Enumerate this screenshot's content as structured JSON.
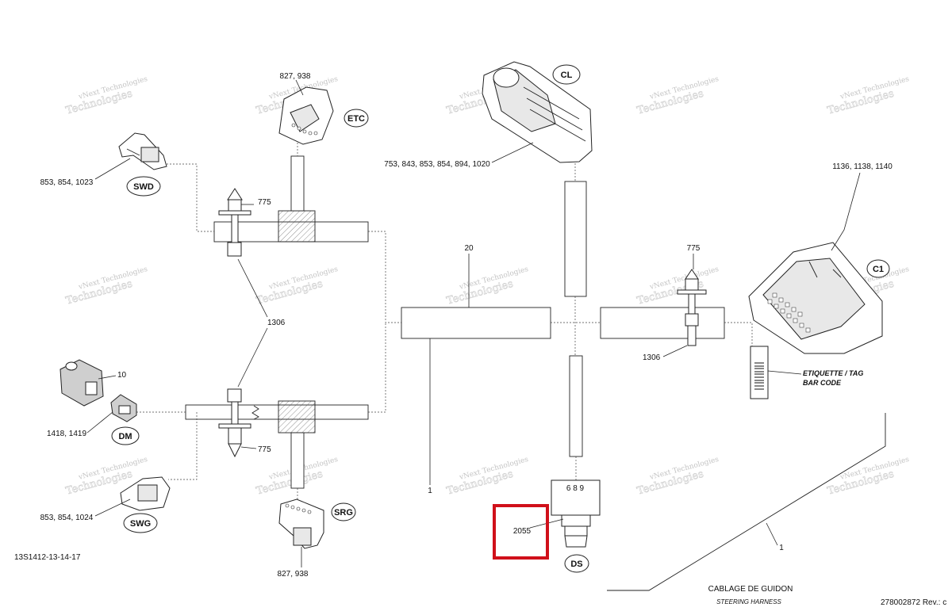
{
  "watermark": {
    "line1": "vNext Technologies",
    "line2": "Technologies"
  },
  "labels": {
    "etc_parts": "827, 938",
    "cl_parts": "753, 843, 853, 854, 894, 1020",
    "swd_parts": "853, 854, 1023",
    "c1_parts": "1136, 1138, 1140",
    "clip_top_left": "775",
    "clip_top_right": "775",
    "clip_bottom_left": "775",
    "ref_20": "20",
    "tie_1306_left": "1306",
    "tie_1306_right": "1306",
    "ref_10": "10",
    "dm_parts": "1418, 1419",
    "swg_parts": "853, 854, 1024",
    "srg_parts": "827, 938",
    "ref_1_left": "1",
    "ref_1_right": "1",
    "ds_pins": "6 8 9",
    "ds_part": "2055",
    "drawing_code": "13S1412-13-14-17",
    "etiquette_tag": "ETIQUETTE / TAG",
    "bar_code": "BAR CODE",
    "title_fr": "CABLAGE DE GUIDON",
    "title_en": "STEERING HARNESS",
    "doc_number": "278002872 Rev.: c"
  },
  "tags": {
    "etc": "ETC",
    "cl": "CL",
    "swd": "SWD",
    "c1": "C1",
    "dm": "DM",
    "swg": "SWG",
    "srg": "SRG",
    "ds": "DS"
  },
  "highlight": {
    "color": "#d0101a",
    "target": "2055"
  }
}
